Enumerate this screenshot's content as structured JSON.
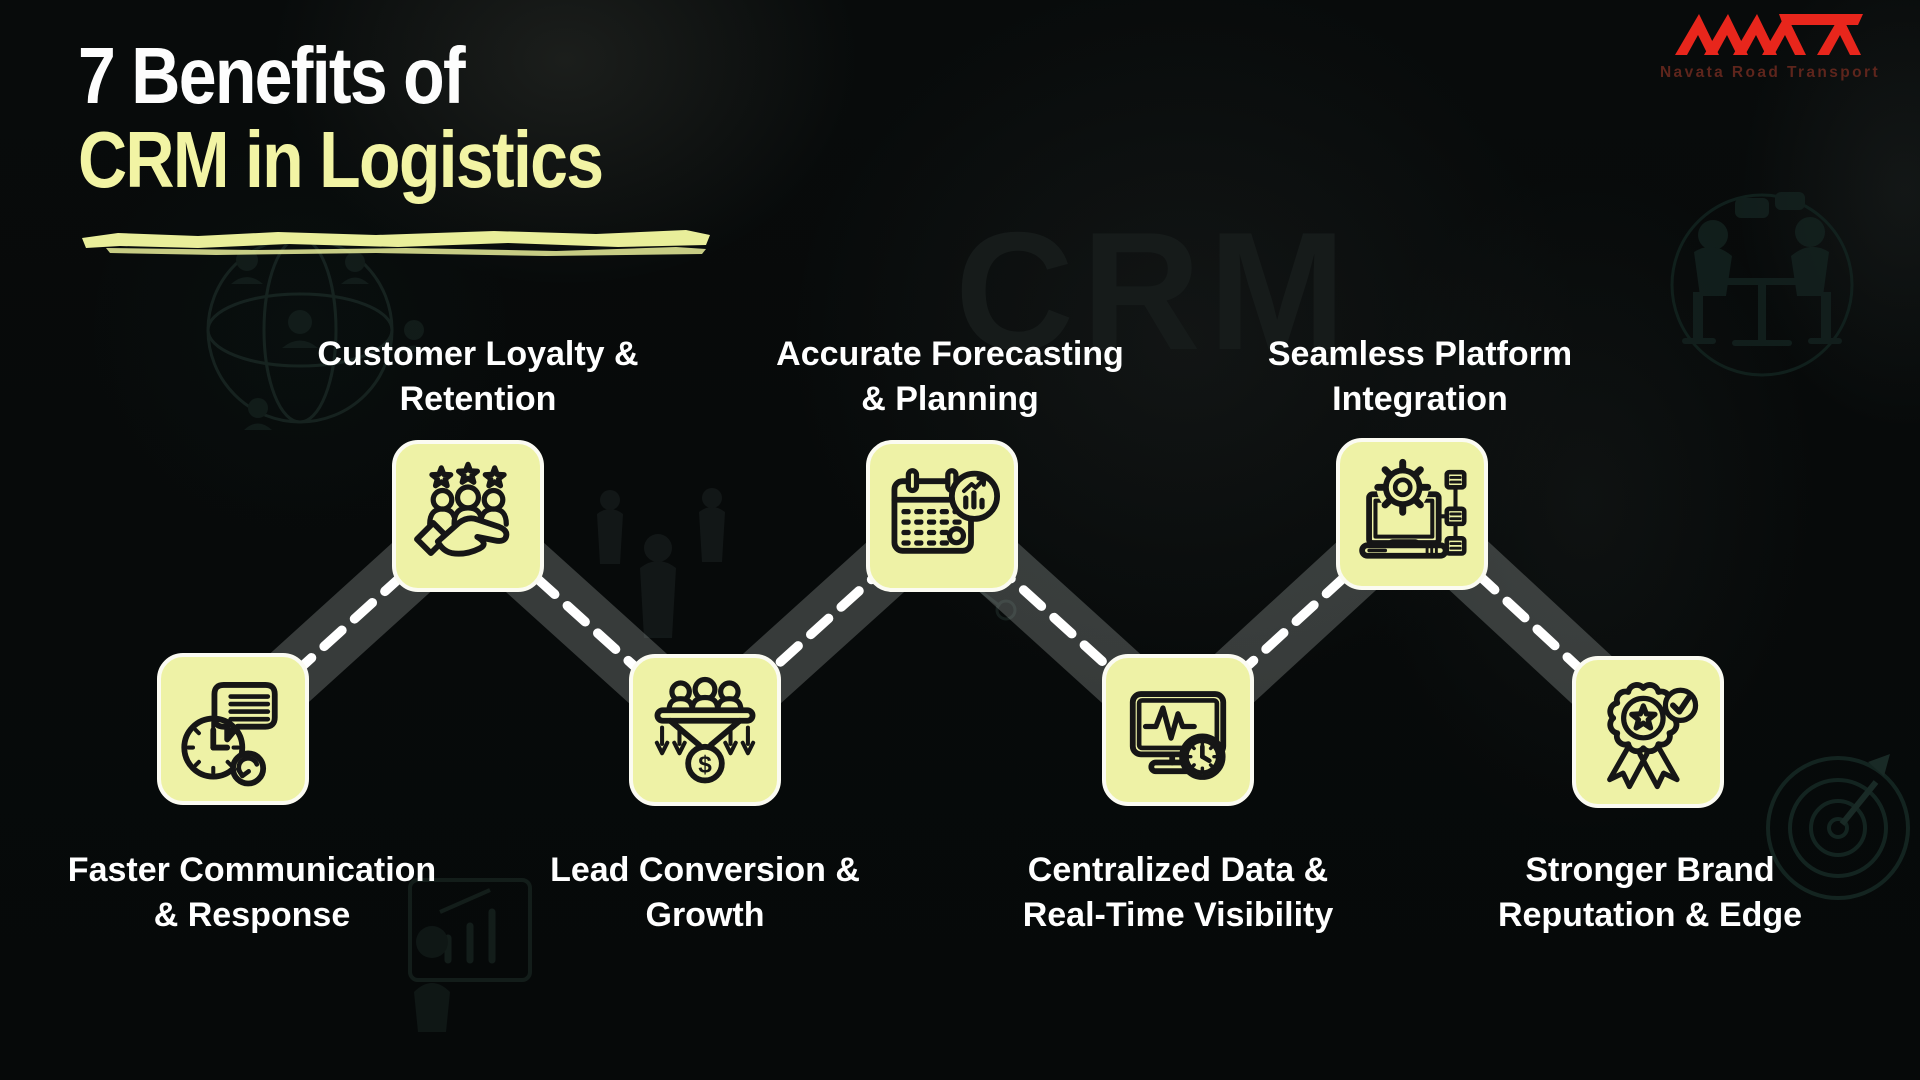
{
  "title": {
    "line1": "7 Benefits of",
    "line2": "CRM in Logistics"
  },
  "logo": {
    "brand": "NAVATA",
    "subtitle": "Navata Road Transport"
  },
  "background_watermark": "CRM",
  "benefits": [
    {
      "label": {
        "line1": "Faster Communication",
        "line2": "& Response"
      },
      "icon": "clock-message-icon",
      "row": "bottom"
    },
    {
      "label": {
        "line1": "Customer Loyalty &",
        "line2": "Retention"
      },
      "icon": "hand-people-stars-icon",
      "row": "top"
    },
    {
      "label": {
        "line1": "Lead Conversion &",
        "line2": "Growth"
      },
      "icon": "funnel-dollar-icon",
      "row": "bottom"
    },
    {
      "label": {
        "line1": "Accurate Forecasting",
        "line2": "& Planning"
      },
      "icon": "calendar-chart-icon",
      "row": "top"
    },
    {
      "label": {
        "line1": "Centralized Data &",
        "line2": "Real-Time Visibility"
      },
      "icon": "monitor-pulse-icon",
      "row": "bottom"
    },
    {
      "label": {
        "line1": "Seamless Platform",
        "line2": "Integration"
      },
      "icon": "laptop-gear-icon",
      "row": "top"
    },
    {
      "label": {
        "line1": "Stronger Brand",
        "line2": "Reputation & Edge"
      },
      "icon": "award-check-icon",
      "row": "bottom"
    }
  ],
  "funnel_currency_symbol": "$",
  "colors": {
    "background": "#070a0a",
    "tile_fill": "#eef2a6",
    "tile_border": "#fbfbf2",
    "title_yellow": "#f2f4a4",
    "label_text": "#ffffff",
    "icon_stroke": "#161616",
    "ribbon_gray": "#454c4c",
    "dash_white": "#ffffff",
    "logo_red": "#e8261c",
    "logo_subtitle_red": "#5e251c"
  }
}
